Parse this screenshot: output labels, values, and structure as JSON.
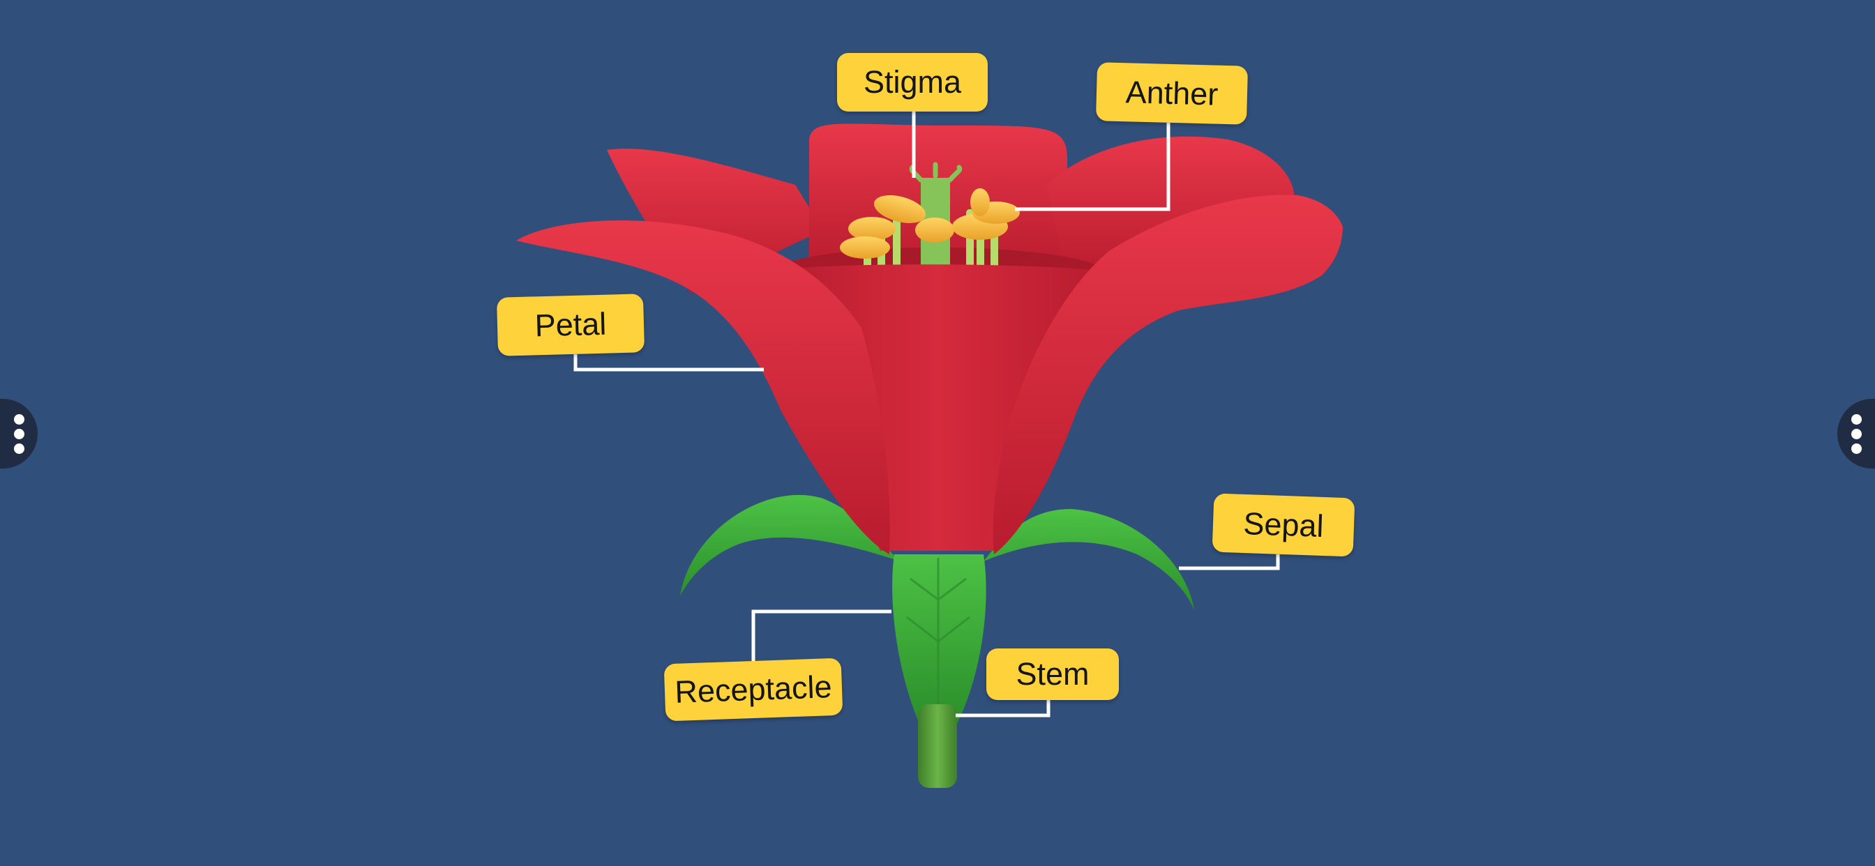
{
  "labels": {
    "stigma": "Stigma",
    "anther": "Anther",
    "petal": "Petal",
    "sepal": "Sepal",
    "receptacle": "Receptacle",
    "stem": "Stem"
  },
  "icons": {
    "left_menu": "more-vertical-icon",
    "right_menu": "more-vertical-icon"
  },
  "colors": {
    "background": "#314f7b",
    "label_fill": "#fdd23a",
    "leader_line": "#ffffff",
    "petal": "#d8283c",
    "sepal": "#3aa83a",
    "stem": "#4f9a34",
    "anther": "#f4b93a",
    "stigma": "#86c45a"
  }
}
